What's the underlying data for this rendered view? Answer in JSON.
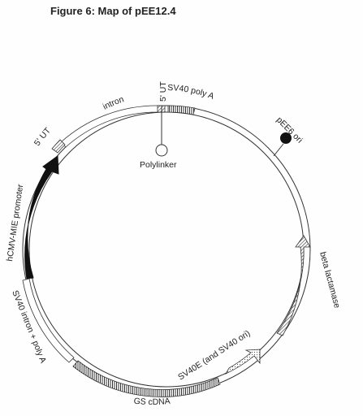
{
  "figure": {
    "title": "Figure 6: Map of pEE12.4"
  },
  "diagram": {
    "labels": {
      "five_ut_top": "5' UT",
      "sv40_poly_a": "SV40 poly A",
      "intron": "intron",
      "pee6_ori": "pEE6 ori",
      "five_ut_left": "5' UT",
      "polylinker": "Polylinker",
      "hcmv_promoter": "hCMV-MIE promoter",
      "beta_lactamase": "beta lactamase",
      "sv40_intron_polya": "SV40 intron + poly A",
      "sv40e": "SV40E (and SV40 ori)",
      "gs_cdna": "GS cDNA"
    }
  }
}
